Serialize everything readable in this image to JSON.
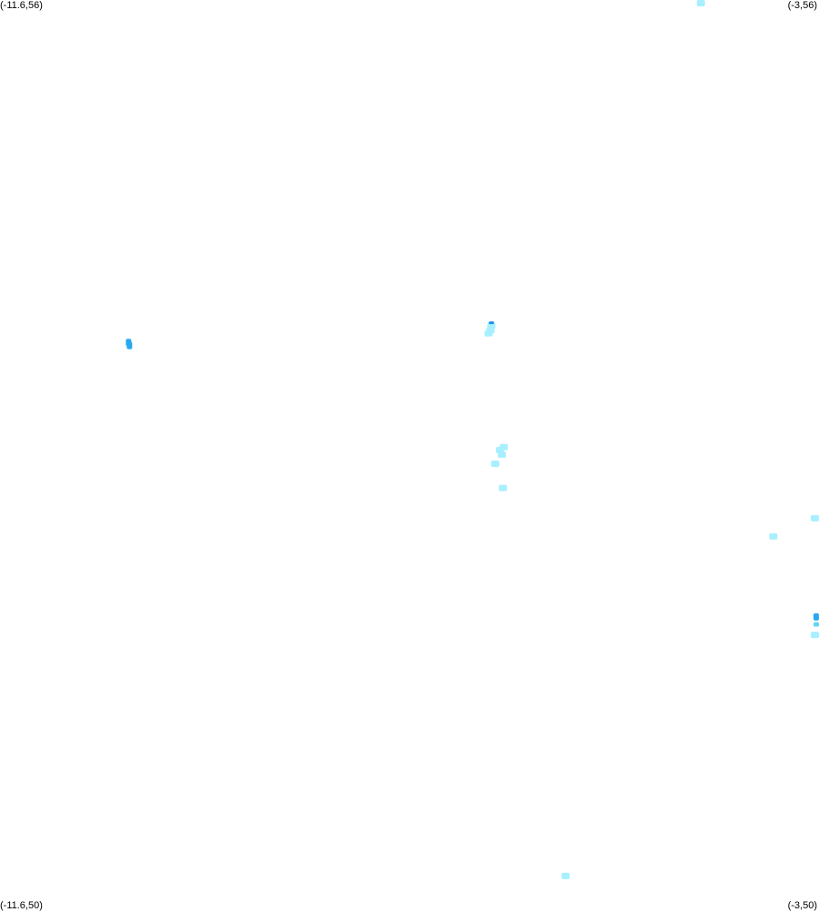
{
  "map": {
    "corners": {
      "top_left": "(-11.6,56)",
      "top_right": "(-3,56)",
      "bottom_left": "(-11.6,50)",
      "bottom_right": "(-3,50)"
    },
    "extent": {
      "lon_min": -11.6,
      "lon_max": -3,
      "lat_min": 50,
      "lat_max": 56
    },
    "colors": {
      "background": "#ffffff",
      "light": "#a8f0ff",
      "medium": "#5fd6f5",
      "strong": "#29a8f0",
      "dark": "#1e90e8"
    },
    "patches": [
      {
        "name": "patch-north-top-edge",
        "lon": -4.24,
        "lat": 55.997,
        "level": "light"
      },
      {
        "name": "patch-west-a",
        "lon": -10.25,
        "lat": 53.74,
        "level": "strong"
      },
      {
        "name": "patch-west-b",
        "lon": -10.24,
        "lat": 53.72,
        "level": "strong"
      },
      {
        "name": "patch-central-north-a",
        "lon": -6.44,
        "lat": 53.85,
        "level": "light"
      },
      {
        "name": "patch-central-north-b",
        "lon": -6.45,
        "lat": 53.82,
        "level": "light"
      },
      {
        "name": "patch-central-north-c",
        "lon": -6.47,
        "lat": 53.8,
        "level": "light"
      },
      {
        "name": "patch-central-north-d",
        "lon": -6.44,
        "lat": 53.87,
        "level": "dark"
      },
      {
        "name": "patch-central-mid-a",
        "lon": -6.35,
        "lat": 53.03,
        "level": "light"
      },
      {
        "name": "patch-central-mid-b",
        "lon": -6.31,
        "lat": 53.05,
        "level": "light"
      },
      {
        "name": "patch-central-mid-c",
        "lon": -6.33,
        "lat": 53.0,
        "level": "light"
      },
      {
        "name": "patch-central-mid-d",
        "lon": -6.4,
        "lat": 52.94,
        "level": "light"
      },
      {
        "name": "patch-central-mid-e",
        "lon": -6.32,
        "lat": 52.78,
        "level": "light"
      },
      {
        "name": "patch-east-a",
        "lon": -3.03,
        "lat": 52.58,
        "level": "light"
      },
      {
        "name": "patch-east-b",
        "lon": -3.48,
        "lat": 52.46,
        "level": "light"
      },
      {
        "name": "patch-east-c",
        "lon": -3.03,
        "lat": 51.93,
        "level": "strong"
      },
      {
        "name": "patch-east-d",
        "lon": -3.02,
        "lat": 51.88,
        "level": "medium"
      },
      {
        "name": "patch-east-e",
        "lon": -3.03,
        "lat": 51.81,
        "level": "light"
      },
      {
        "name": "patch-south-a",
        "lon": -5.66,
        "lat": 50.22,
        "level": "light"
      }
    ]
  }
}
